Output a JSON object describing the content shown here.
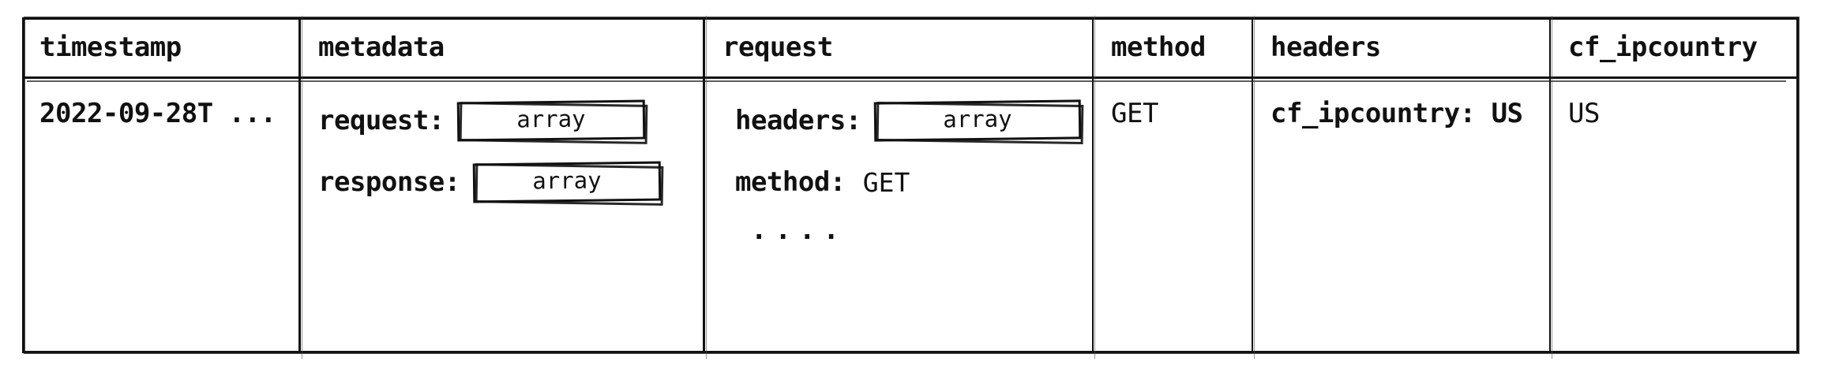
{
  "table": {
    "columns": [
      {
        "key": "timestamp",
        "label": "timestamp"
      },
      {
        "key": "metadata",
        "label": "metadata"
      },
      {
        "key": "request",
        "label": "request"
      },
      {
        "key": "method",
        "label": "method"
      },
      {
        "key": "headers",
        "label": "headers"
      },
      {
        "key": "cf_ipcountry",
        "label": "cf_ipcountry"
      }
    ],
    "rows": [
      {
        "timestamp": {
          "value": "2022-09-28T ..."
        },
        "metadata": {
          "fields": [
            {
              "key": "request:",
              "type": "chip",
              "chip_label": "array"
            },
            {
              "key": "response:",
              "type": "chip",
              "chip_label": "array"
            }
          ]
        },
        "request": {
          "fields": [
            {
              "key": "headers:",
              "type": "chip",
              "chip_label": "array"
            },
            {
              "key": "method:",
              "type": "plain",
              "value": "GET"
            }
          ],
          "ellipsis": "...."
        },
        "method": {
          "value": "GET"
        },
        "headers": {
          "value": "cf_ipcountry: US"
        },
        "cf_ipcountry": {
          "value": "US"
        }
      }
    ]
  },
  "style": {
    "stroke_color": "#111111",
    "background_color": "#ffffff",
    "text_color": "#111111"
  }
}
